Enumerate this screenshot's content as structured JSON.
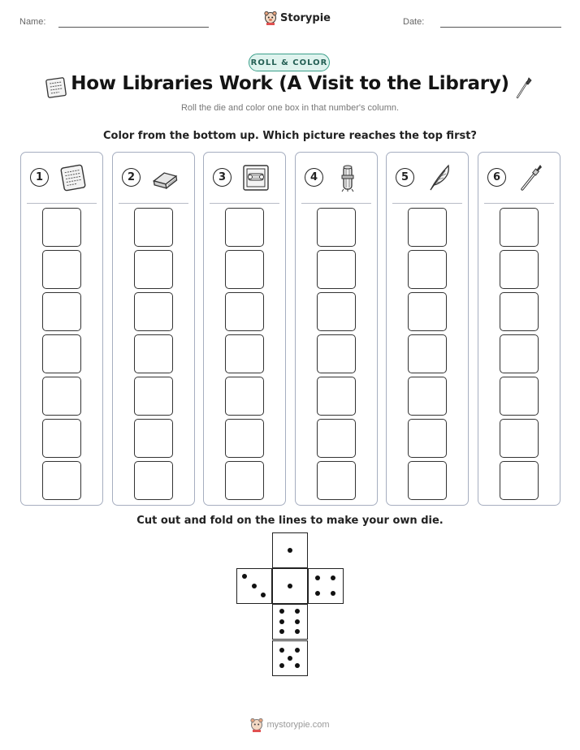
{
  "header": {
    "name_label": "Name:",
    "date_label": "Date:",
    "brand": "Storypie",
    "brand_icon": "storypie-mascot-icon"
  },
  "badge": "ROLL & COLOR",
  "title": "How Libraries Work (A Visit to the Library)",
  "title_icons": [
    "stone-tablet-icon",
    "quill-brush-icon"
  ],
  "subtitle": "Roll the die and color one box in that number's column.",
  "instruction": "Color from the bottom up. Which picture reaches the top first?",
  "columns": [
    {
      "number": "1",
      "icon": "stone-tablet-icon",
      "boxes": 7
    },
    {
      "number": "2",
      "icon": "book-icon",
      "boxes": 7
    },
    {
      "number": "3",
      "icon": "scroll-icon",
      "boxes": 7
    },
    {
      "number": "4",
      "icon": "scroll-bundle-icon",
      "boxes": 7
    },
    {
      "number": "5",
      "icon": "feather-quill-icon",
      "boxes": 7
    },
    {
      "number": "6",
      "icon": "paintbrush-icon",
      "boxes": 7
    }
  ],
  "die_instruction": "Cut out and fold on the lines to make your own die.",
  "die_faces": [
    1,
    3,
    1,
    4,
    6,
    5
  ],
  "footer": {
    "text": "mystorypie.com",
    "icon": "storypie-mascot-icon"
  },
  "colors": {
    "accent_border": "#3a9f8a",
    "accent_fill": "#dff3ee",
    "column_border": "#a6aec0"
  }
}
